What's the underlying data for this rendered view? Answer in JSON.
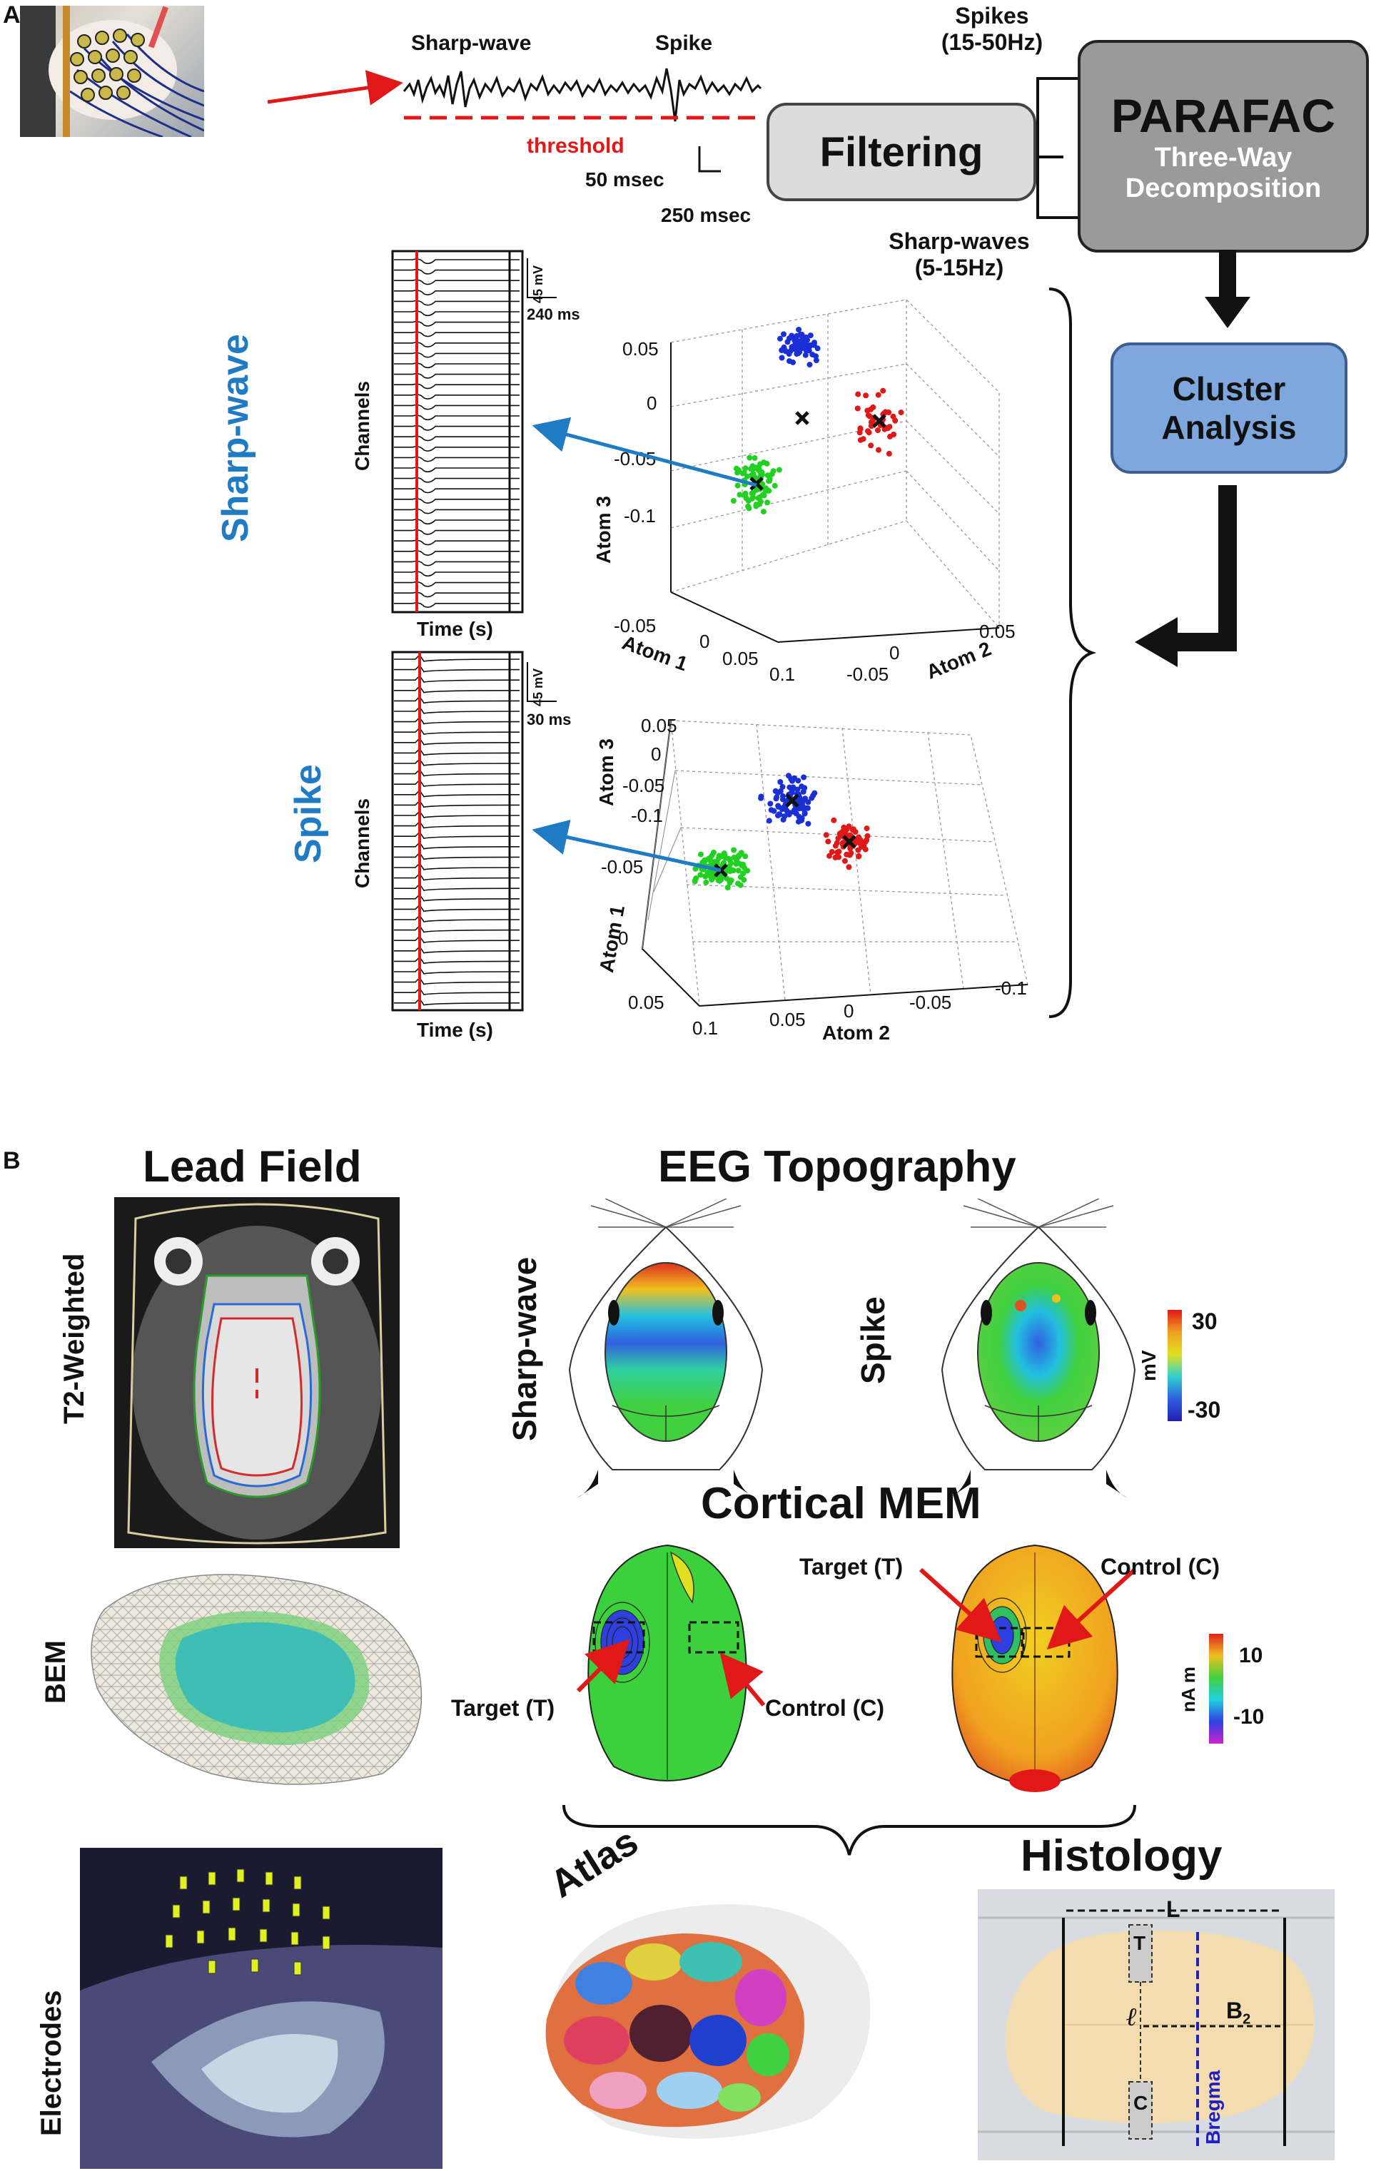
{
  "panel_a": {
    "letter": "A",
    "signal": {
      "sharp_wave_label": "Sharp-wave",
      "spike_label": "Spike",
      "threshold_label": "threshold",
      "scale_v": "50 msec",
      "scale_t": "250 msec"
    },
    "filtering_label": "Filtering",
    "spikes_band": [
      "Spikes",
      "(15-50Hz)"
    ],
    "sharpwaves_band": [
      "Sharp-waves",
      "(5-15Hz)"
    ],
    "parafac": {
      "title": "PARAFAC",
      "line1": "Three-Way",
      "line2": "Decomposition"
    },
    "cluster": {
      "line1": "Cluster",
      "line2": "Analysis"
    },
    "sharpwave_section": {
      "side_label": "Sharp-wave",
      "channels_label": "Channels",
      "time_label": "Time (s)",
      "scale_mv": "45 mV",
      "scale_ms": "240 ms",
      "scatter": {
        "z_label": "Atom 3",
        "x_label": "Atom 1",
        "y_label": "Atom 2",
        "z_ticks": [
          "0.05",
          "0",
          "-0.05",
          "-0.1"
        ],
        "x_ticks": [
          "-0.05",
          "0",
          "0.05",
          "0.1"
        ],
        "y_ticks": [
          "-0.05",
          "0",
          "0.05"
        ]
      }
    },
    "spike_section": {
      "side_label": "Spike",
      "channels_label": "Channels",
      "time_label": "Time (s)",
      "scale_mv": "45 mV",
      "scale_ms": "30 ms",
      "scatter": {
        "z_label": "Atom 3",
        "x_label": "Atom 1",
        "y_label": "Atom 2",
        "z_ticks": [
          "0.05",
          "0",
          "-0.05",
          "-0.1"
        ],
        "x_ticks": [
          "-0.05",
          "0",
          "0.05"
        ],
        "y_ticks": [
          "0.1",
          "0.05",
          "0",
          "-0.05",
          "-0.1"
        ]
      }
    },
    "colors": {
      "blue": "#1a2fd6",
      "green": "#22d022",
      "red": "#e01818",
      "arrow": "#1f7bc4",
      "box_blue": "#7ea7dd",
      "box_gray": "#9a9a9a"
    }
  },
  "panel_b": {
    "letter": "B",
    "lead_field_title": "Lead Field",
    "eeg_title": "EEG Topography",
    "t2_label": "T2-Weighted",
    "bem_label": "BEM",
    "electrodes_label": "Electrodes",
    "eeg_sharp_label": "Sharp-wave",
    "eeg_spike_label": "Spike",
    "colorbar_mv": {
      "max": "30",
      "min": "-30",
      "unit": "mV"
    },
    "cortical_title": "Cortical MEM",
    "target_label": "Target (T)",
    "control_label": "Control (C)",
    "colorbar_nam": {
      "max": "10",
      "min": "-10",
      "unit": "nA m"
    },
    "atlas_label": "Atlas",
    "histology_title": "Histology",
    "histology": {
      "L": "L",
      "l": "ℓ",
      "B2": "B",
      "B2_sub": "2",
      "T": "T",
      "C": "C",
      "bregma": "Bregma"
    }
  }
}
